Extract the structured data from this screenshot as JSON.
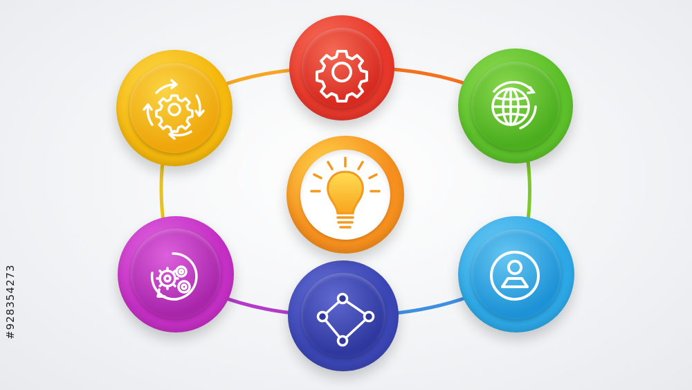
{
  "connectors": [
    {
      "from": "settings",
      "to": "global-refresh",
      "color": "#f5711f"
    },
    {
      "from": "global-refresh",
      "to": "user-profile",
      "color": "#7cc72a"
    },
    {
      "from": "user-profile",
      "to": "network",
      "color": "#3e8fe0"
    },
    {
      "from": "network",
      "to": "process-gears",
      "color": "#b23cc9"
    },
    {
      "from": "process-gears",
      "to": "cycle",
      "color": "#e9c21a"
    },
    {
      "from": "cycle",
      "to": "settings",
      "color": "#f5a623"
    }
  ],
  "nodes": [
    {
      "id": "settings",
      "icon": "gear-icon",
      "colors": {
        "outer": "#e8382b",
        "inner": "#d72a20",
        "light": "#f56a55"
      }
    },
    {
      "id": "global-refresh",
      "icon": "globe-refresh-icon",
      "colors": {
        "outer": "#5cc02a",
        "inner": "#4aae1d",
        "light": "#8ad84e"
      }
    },
    {
      "id": "user-profile",
      "icon": "user-icon",
      "colors": {
        "outer": "#2da8e6",
        "inner": "#1d92d6",
        "light": "#66c6f2"
      }
    },
    {
      "id": "network",
      "icon": "network-diamond-icon",
      "colors": {
        "outer": "#3b46b5",
        "inner": "#2f389e",
        "light": "#5f69cf"
      }
    },
    {
      "id": "process-gears",
      "icon": "gears-cycle-icon",
      "colors": {
        "outer": "#c42fc4",
        "inner": "#a926ab",
        "light": "#dc60dc"
      }
    },
    {
      "id": "cycle",
      "icon": "gear-cycle-icon",
      "colors": {
        "outer": "#f5b80d",
        "inner": "#eea60a",
        "light": "#fbd444"
      }
    },
    {
      "id": "idea",
      "icon": "lightbulb-icon",
      "colors": {
        "outer": "#f58f1e",
        "inner": "#ffffff",
        "light": "#ffd24a"
      }
    }
  ],
  "watermark_text": "#928354273"
}
